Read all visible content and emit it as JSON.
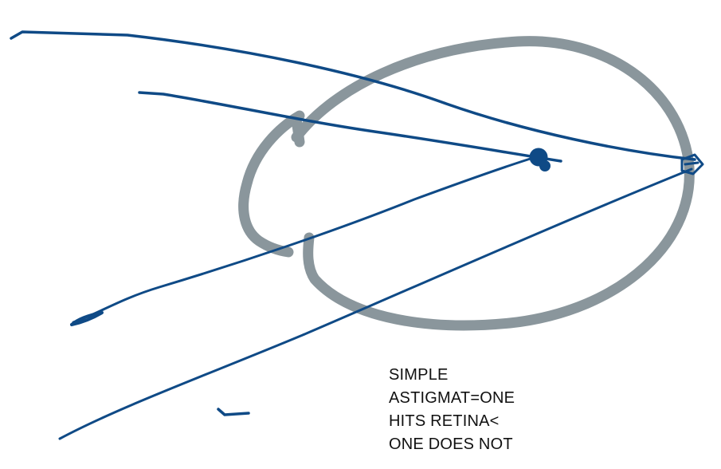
{
  "note": {
    "lines": [
      "SIMPLE",
      "ASTIGMAT=ONE",
      "HITS RETINA<",
      "ONE DOES NOT"
    ]
  },
  "colors": {
    "eye_outline": "#8a969c",
    "ray_ink": "#0f4a86",
    "text": "#111111",
    "background": "#ffffff"
  }
}
